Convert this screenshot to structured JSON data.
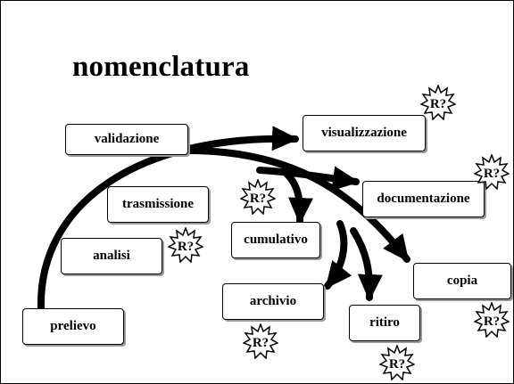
{
  "title": "nomenclatura",
  "nodes": {
    "validazione": "validazione",
    "visualizzazione": "visualizzazione",
    "trasmissione": "trasmissione",
    "documentazione": "documentazione",
    "cumulativo": "cumulativo",
    "analisi": "analisi",
    "copia": "copia",
    "archivio": "archivio",
    "ritiro": "ritiro",
    "prelievo": "prelievo"
  },
  "badge_label": "R?",
  "colors": {
    "stroke": "#000000",
    "background": "#ffffff",
    "shadow": "#9a9a9a"
  }
}
